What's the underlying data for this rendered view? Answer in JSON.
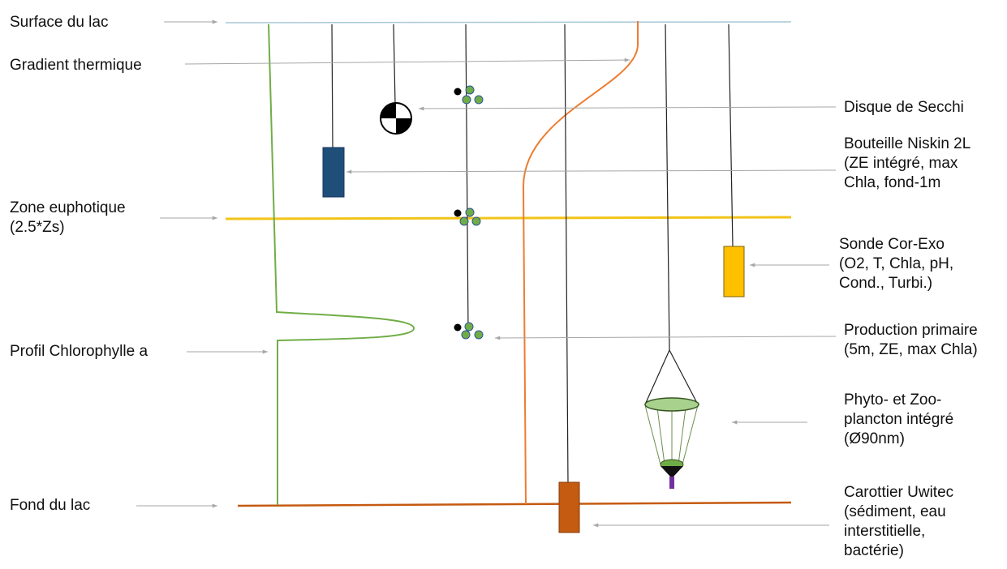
{
  "labels": {
    "surface": "Surface du lac",
    "gradient": "Gradient thermique",
    "euphotic": [
      "Zone euphotique",
      "(2.5*Zs)"
    ],
    "chlorophyll": "Profil Chlorophylle a",
    "bottom": "Fond du lac",
    "secchi": "Disque de Secchi",
    "niskin": [
      "Bouteille Niskin 2L",
      "(ZE intégré, max",
      "Chla, fond-1m"
    ],
    "sonde": [
      "Sonde Cor-Exo",
      "(O2, T, Chla, pH,",
      "Cond., Turbi.)"
    ],
    "production": [
      "Production primaire",
      "(5m, ZE, max Chla)"
    ],
    "plankton": [
      "Phyto- et Zoo-",
      "plancton intégré",
      "(Ø90nm)"
    ],
    "corer": [
      "Carottier Uwitec",
      "(sédiment, eau",
      "interstitielle,",
      "bactérie)"
    ]
  },
  "colors": {
    "surface_line": "#a8c8d8",
    "euphotic_line": "#f2c418",
    "bottom_line": "#c55a11",
    "thermal_curve": "#ed7d31",
    "chlorophyll_curve": "#70ad47",
    "niskin_bottle": "#1f4e79",
    "sonde": "#ffc000",
    "corer": "#c55a11",
    "bead_green": "#70ad47",
    "plankton_net": "#a9d18e",
    "net_handle": "#7030a0",
    "arrow": "#a6a6a6"
  },
  "icons": {
    "secchi": "secchi-disk-icon",
    "niskin": "niskin-bottle-icon",
    "sonde": "sonde-probe-icon",
    "corer": "corer-icon",
    "plankton": "plankton-net-icon",
    "beads": "incubation-beads-icon"
  }
}
